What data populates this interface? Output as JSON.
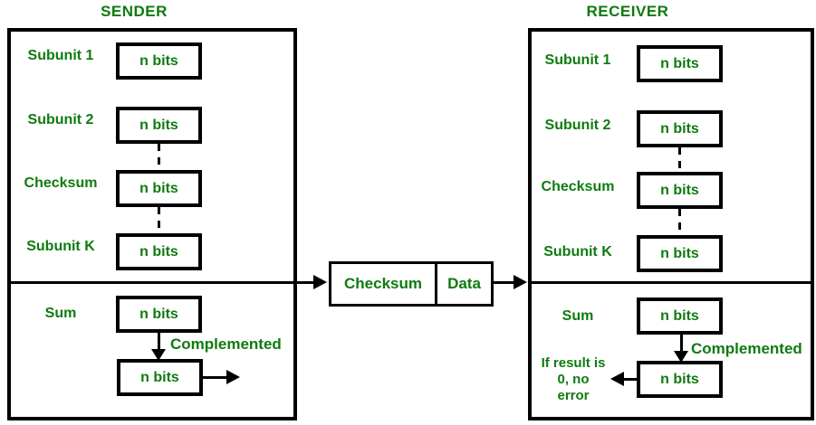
{
  "colors": {
    "text_green": "#0e7b0e",
    "line_black": "#000000",
    "background": "#ffffff"
  },
  "sender": {
    "title": "SENDER",
    "rows": [
      {
        "label": "Subunit 1",
        "box": "n bits"
      },
      {
        "label": "Subunit 2",
        "box": "n bits"
      },
      {
        "label": "Checksum",
        "box": "n bits"
      },
      {
        "label": "Subunit K",
        "box": "n bits"
      }
    ],
    "sum": {
      "label": "Sum",
      "box": "n bits"
    },
    "complemented_label": "Complemented",
    "complement_box": "n bits"
  },
  "transmission": {
    "checksum_label": "Checksum",
    "data_label": "Data"
  },
  "receiver": {
    "title": "RECEIVER",
    "rows": [
      {
        "label": "Subunit 1",
        "box": "n bits"
      },
      {
        "label": "Subunit 2",
        "box": "n bits"
      },
      {
        "label": "Checksum",
        "box": "n bits"
      },
      {
        "label": "Subunit K",
        "box": "n bits"
      }
    ],
    "sum": {
      "label": "Sum",
      "box": "n bits"
    },
    "complemented_label": "Complemented",
    "complement_box": "n bits",
    "result_note": "If result is 0, no error"
  }
}
